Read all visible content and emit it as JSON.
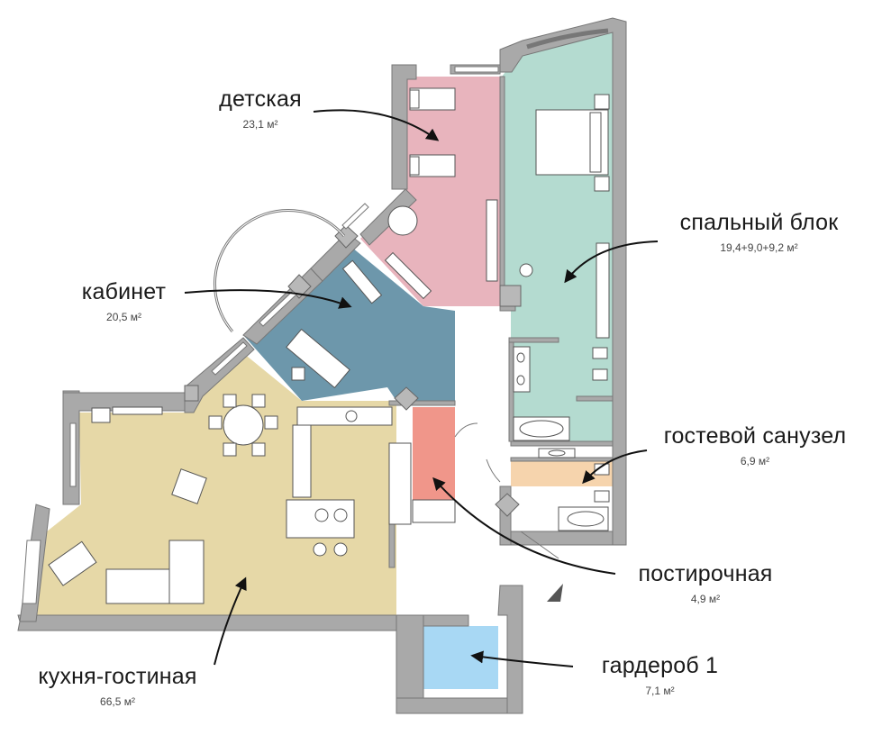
{
  "rooms": {
    "kids": {
      "name": "детская",
      "area": "23,1 м²",
      "color": "#e8b4bd"
    },
    "bedroom": {
      "name": "спальный блок",
      "area": "19,4+9,0+9,2 м²",
      "color": "#b4dbd0"
    },
    "office": {
      "name": "кабинет",
      "area": "20,5 м²",
      "color": "#6d97ab"
    },
    "guest_bath": {
      "name": "гостевой санузел",
      "area": "6,9 м²",
      "color": "#f6d4ad"
    },
    "laundry": {
      "name": "постирочная",
      "area": "4,9 м²",
      "color": "#f0968a"
    },
    "wardrobe": {
      "name": "гардероб 1",
      "area": "7,1 м²",
      "color": "#a8d8f4"
    },
    "living": {
      "name": "кухня-гостиная",
      "area": "66,5 м²",
      "color": "#e6d8a7"
    }
  },
  "colors": {
    "wall": "#a9a9a9",
    "wall_dark": "#8c8c8c",
    "furniture": "#ffffff",
    "outline": "#555555"
  }
}
